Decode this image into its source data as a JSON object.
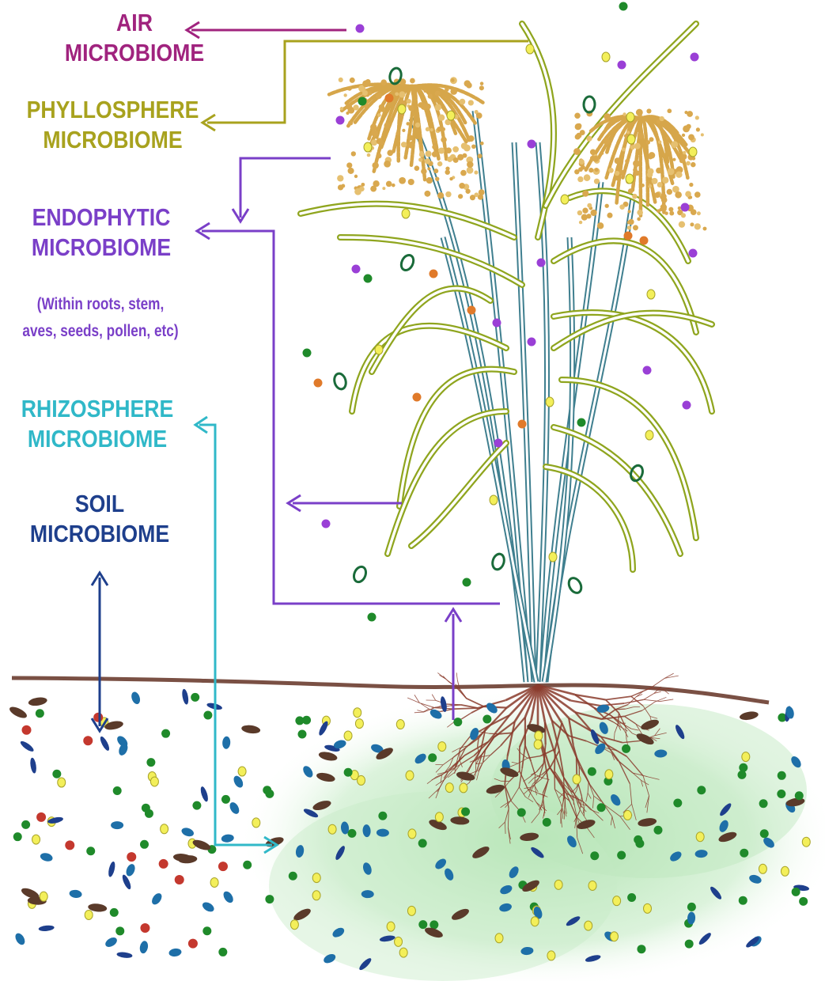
{
  "labels": {
    "air": {
      "line1": "AIR",
      "line2": "MICROBIOME"
    },
    "phyllosphere": {
      "line1": "PHYLLOSPHERE",
      "line2": "MICROBIOME"
    },
    "endophytic": {
      "line1": "ENDOPHYTIC",
      "line2": "MICROBIOME",
      "note1": "(Within roots, stem,",
      "note2": "aves, seeds, pollen, etc)"
    },
    "rhizosphere": {
      "line1": "RHIZOSPHERE",
      "line2": "MICROBIOME"
    },
    "soil": {
      "line1": "SOIL",
      "line2": "MICROBIOME"
    }
  },
  "colors": {
    "air": "#a0237e",
    "phyllosphere": "#a8a21e",
    "endophytic": "#7a3fc8",
    "rhizosphere": "#30b8c8",
    "soil": "#1e3f8c",
    "stem": "#3f7f8f",
    "leaf": "#8fa51e",
    "panicle": "#d6a64a",
    "ground": "#7a5044",
    "root": "#8a3b2c",
    "rhizo_zone": "#a8e0a8"
  }
}
